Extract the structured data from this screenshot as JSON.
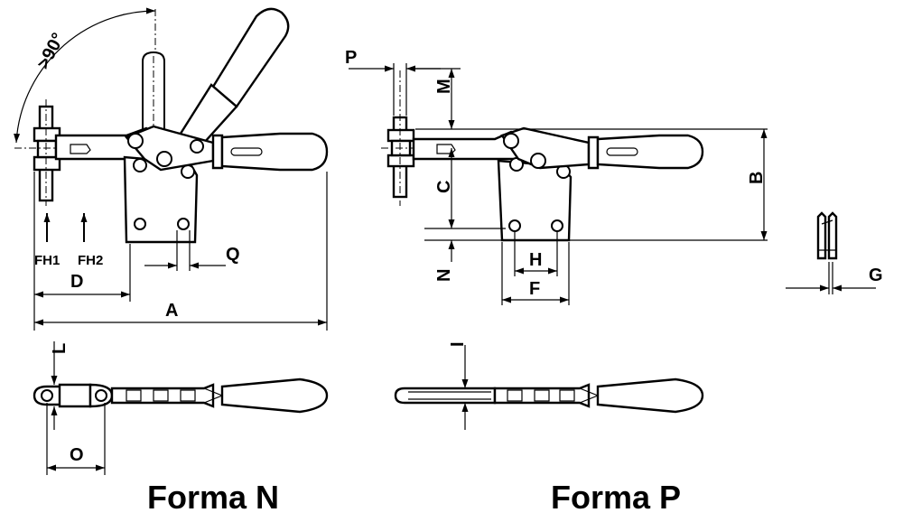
{
  "angle_label": ">90°",
  "dimensions": {
    "A": "A",
    "B": "B",
    "C": "C",
    "D": "D",
    "F": "F",
    "G": "G",
    "H": "H",
    "I": "I",
    "L": "L",
    "M": "M",
    "N": "N",
    "O": "O",
    "P": "P",
    "Q": "Q"
  },
  "forces": {
    "fh1": "FH1",
    "fh2": "FH2"
  },
  "titles": {
    "forma_n": "Forma N",
    "forma_p": "Forma P"
  }
}
